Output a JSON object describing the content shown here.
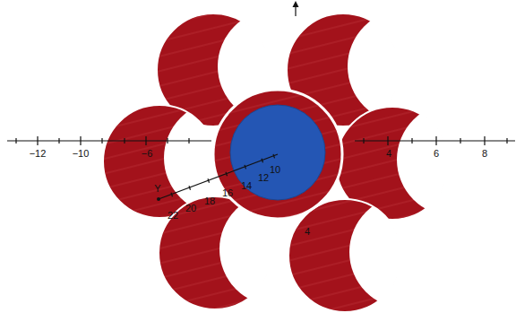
{
  "diagram": {
    "labels": [
      "−12",
      "−10",
      "−6",
      "4",
      "6",
      "8",
      "Y",
      "22",
      "20",
      "18",
      "16",
      "14",
      "12",
      "10",
      "4"
    ]
  }
}
